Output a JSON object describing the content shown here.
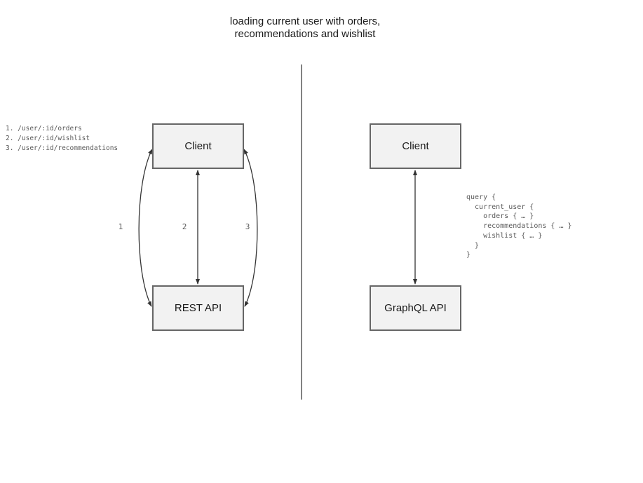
{
  "title": {
    "line1": "loading current user with orders,",
    "line2": "recommendations and wishlist"
  },
  "left_diagram": {
    "client_label": "Client",
    "api_label": "REST API",
    "endpoints": "1. /user/:id/orders\n2. /user/:id/wishlist\n3. /user/:id/recommendations",
    "arrow_labels": [
      "1",
      "2",
      "3"
    ]
  },
  "right_diagram": {
    "client_label": "Client",
    "api_label": "GraphQL API",
    "query": "query {\n  current_user {\n    orders { … }\n    recommendations { … }\n    wishlist { … }\n  }\n}"
  },
  "colors": {
    "box_fill": "#f2f2f2",
    "box_border": "#666666",
    "arrow": "#333333",
    "divider": "#595959",
    "mono_text": "#595959",
    "label_text": "#1a1a1a"
  }
}
